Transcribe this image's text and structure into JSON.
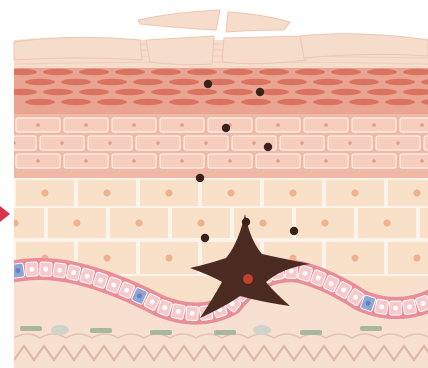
{
  "colors": {
    "background": "#ffffff",
    "stratum_corneum_flakes": "#f6dccb",
    "granular_layer": "#e9a592",
    "granular_cells": "#d9735f",
    "spinous_layer": "#f2b8a6",
    "spinous_cells": "#f7cdbd",
    "basal_lower_epidermis": "#f9e0c8",
    "cell_outline": "#fff3ea",
    "nucleus_dots": "#efb189",
    "basal_membrane": "#e98e98",
    "basal_cells": "#f7c9cb",
    "melanocyte_blue": "#8da6d6",
    "dermis": "#f7e0cf",
    "dermis_lines": "#dcb6a2",
    "dermis_green": "#a9b79d",
    "melanocyte": "#4b2a22",
    "melanocyte_nucleus": "#c2402f",
    "melanin_granules": "#3b211b",
    "arrow": "#d8344a"
  },
  "diagram": {
    "subject": "skin-cross-section",
    "features": [
      "stratum-corneum-flakes",
      "granular-layer",
      "spinous-layer",
      "basal-layer",
      "melanocyte",
      "melanin-granules",
      "dermis"
    ],
    "melanin_granule_count": 8,
    "arrow_direction": "right"
  }
}
